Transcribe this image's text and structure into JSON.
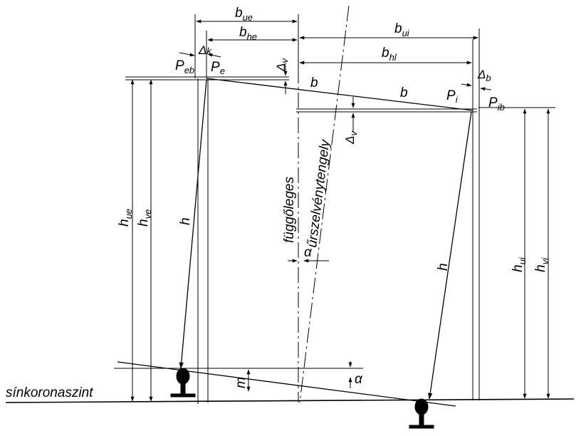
{
  "diagram": {
    "labels": {
      "b_ue": {
        "main": "b",
        "sub": "ue"
      },
      "b_he": {
        "main": "b",
        "sub": "he"
      },
      "b_ui": {
        "main": "b",
        "sub": "ui"
      },
      "b_hl": {
        "main": "b",
        "sub": "hl"
      },
      "delta_k": {
        "main": "Δ",
        "sub": "k"
      },
      "delta_v_top": {
        "main": "Δ",
        "sub": "v"
      },
      "delta_v_mid": {
        "main": "Δ",
        "sub": "v"
      },
      "delta_b": {
        "main": "Δ",
        "sub": "b"
      },
      "P_eb": {
        "main": "P",
        "sub": "eb"
      },
      "P_e": {
        "main": "P",
        "sub": "e"
      },
      "P_i": {
        "main": "P",
        "sub": "i"
      },
      "P_ib": {
        "main": "P",
        "sub": "ib"
      },
      "b_left": "b",
      "b_right": "b",
      "h_ue": {
        "main": "h",
        "sub": "ue"
      },
      "h_ve": {
        "main": "h",
        "sub": "ve"
      },
      "h_left": "h",
      "h_right": "h",
      "h_ui": {
        "main": "h",
        "sub": "ui"
      },
      "h_vi": {
        "main": "h",
        "sub": "vi"
      },
      "vertical_axis_label": "függőleges",
      "profile_axis_label": "űrszelvénytengely",
      "alpha_mid": "α",
      "alpha_low": "α",
      "m": "m",
      "rail_level": "sínkoronaszint"
    }
  }
}
